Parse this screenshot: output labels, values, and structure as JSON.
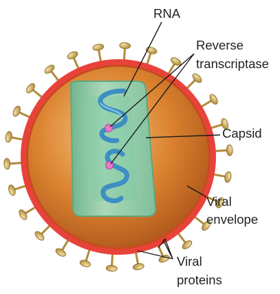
{
  "labels": {
    "rna": "RNA",
    "reverse_transcriptase_line1": "Reverse",
    "reverse_transcriptase_line2": "transcriptase",
    "capsid": "Capsid",
    "viral_envelope_line1": "Viral",
    "viral_envelope_line2": "envelope",
    "viral_proteins_line1": "Viral",
    "viral_proteins_line2": "proteins"
  },
  "colors": {
    "envelope": "#e8433a",
    "interior": "#d9812e",
    "capsid_fill": "#8fceae",
    "rna": "#3d8fc2",
    "enzyme": "#e879c9",
    "spike": "#c9a24c"
  }
}
